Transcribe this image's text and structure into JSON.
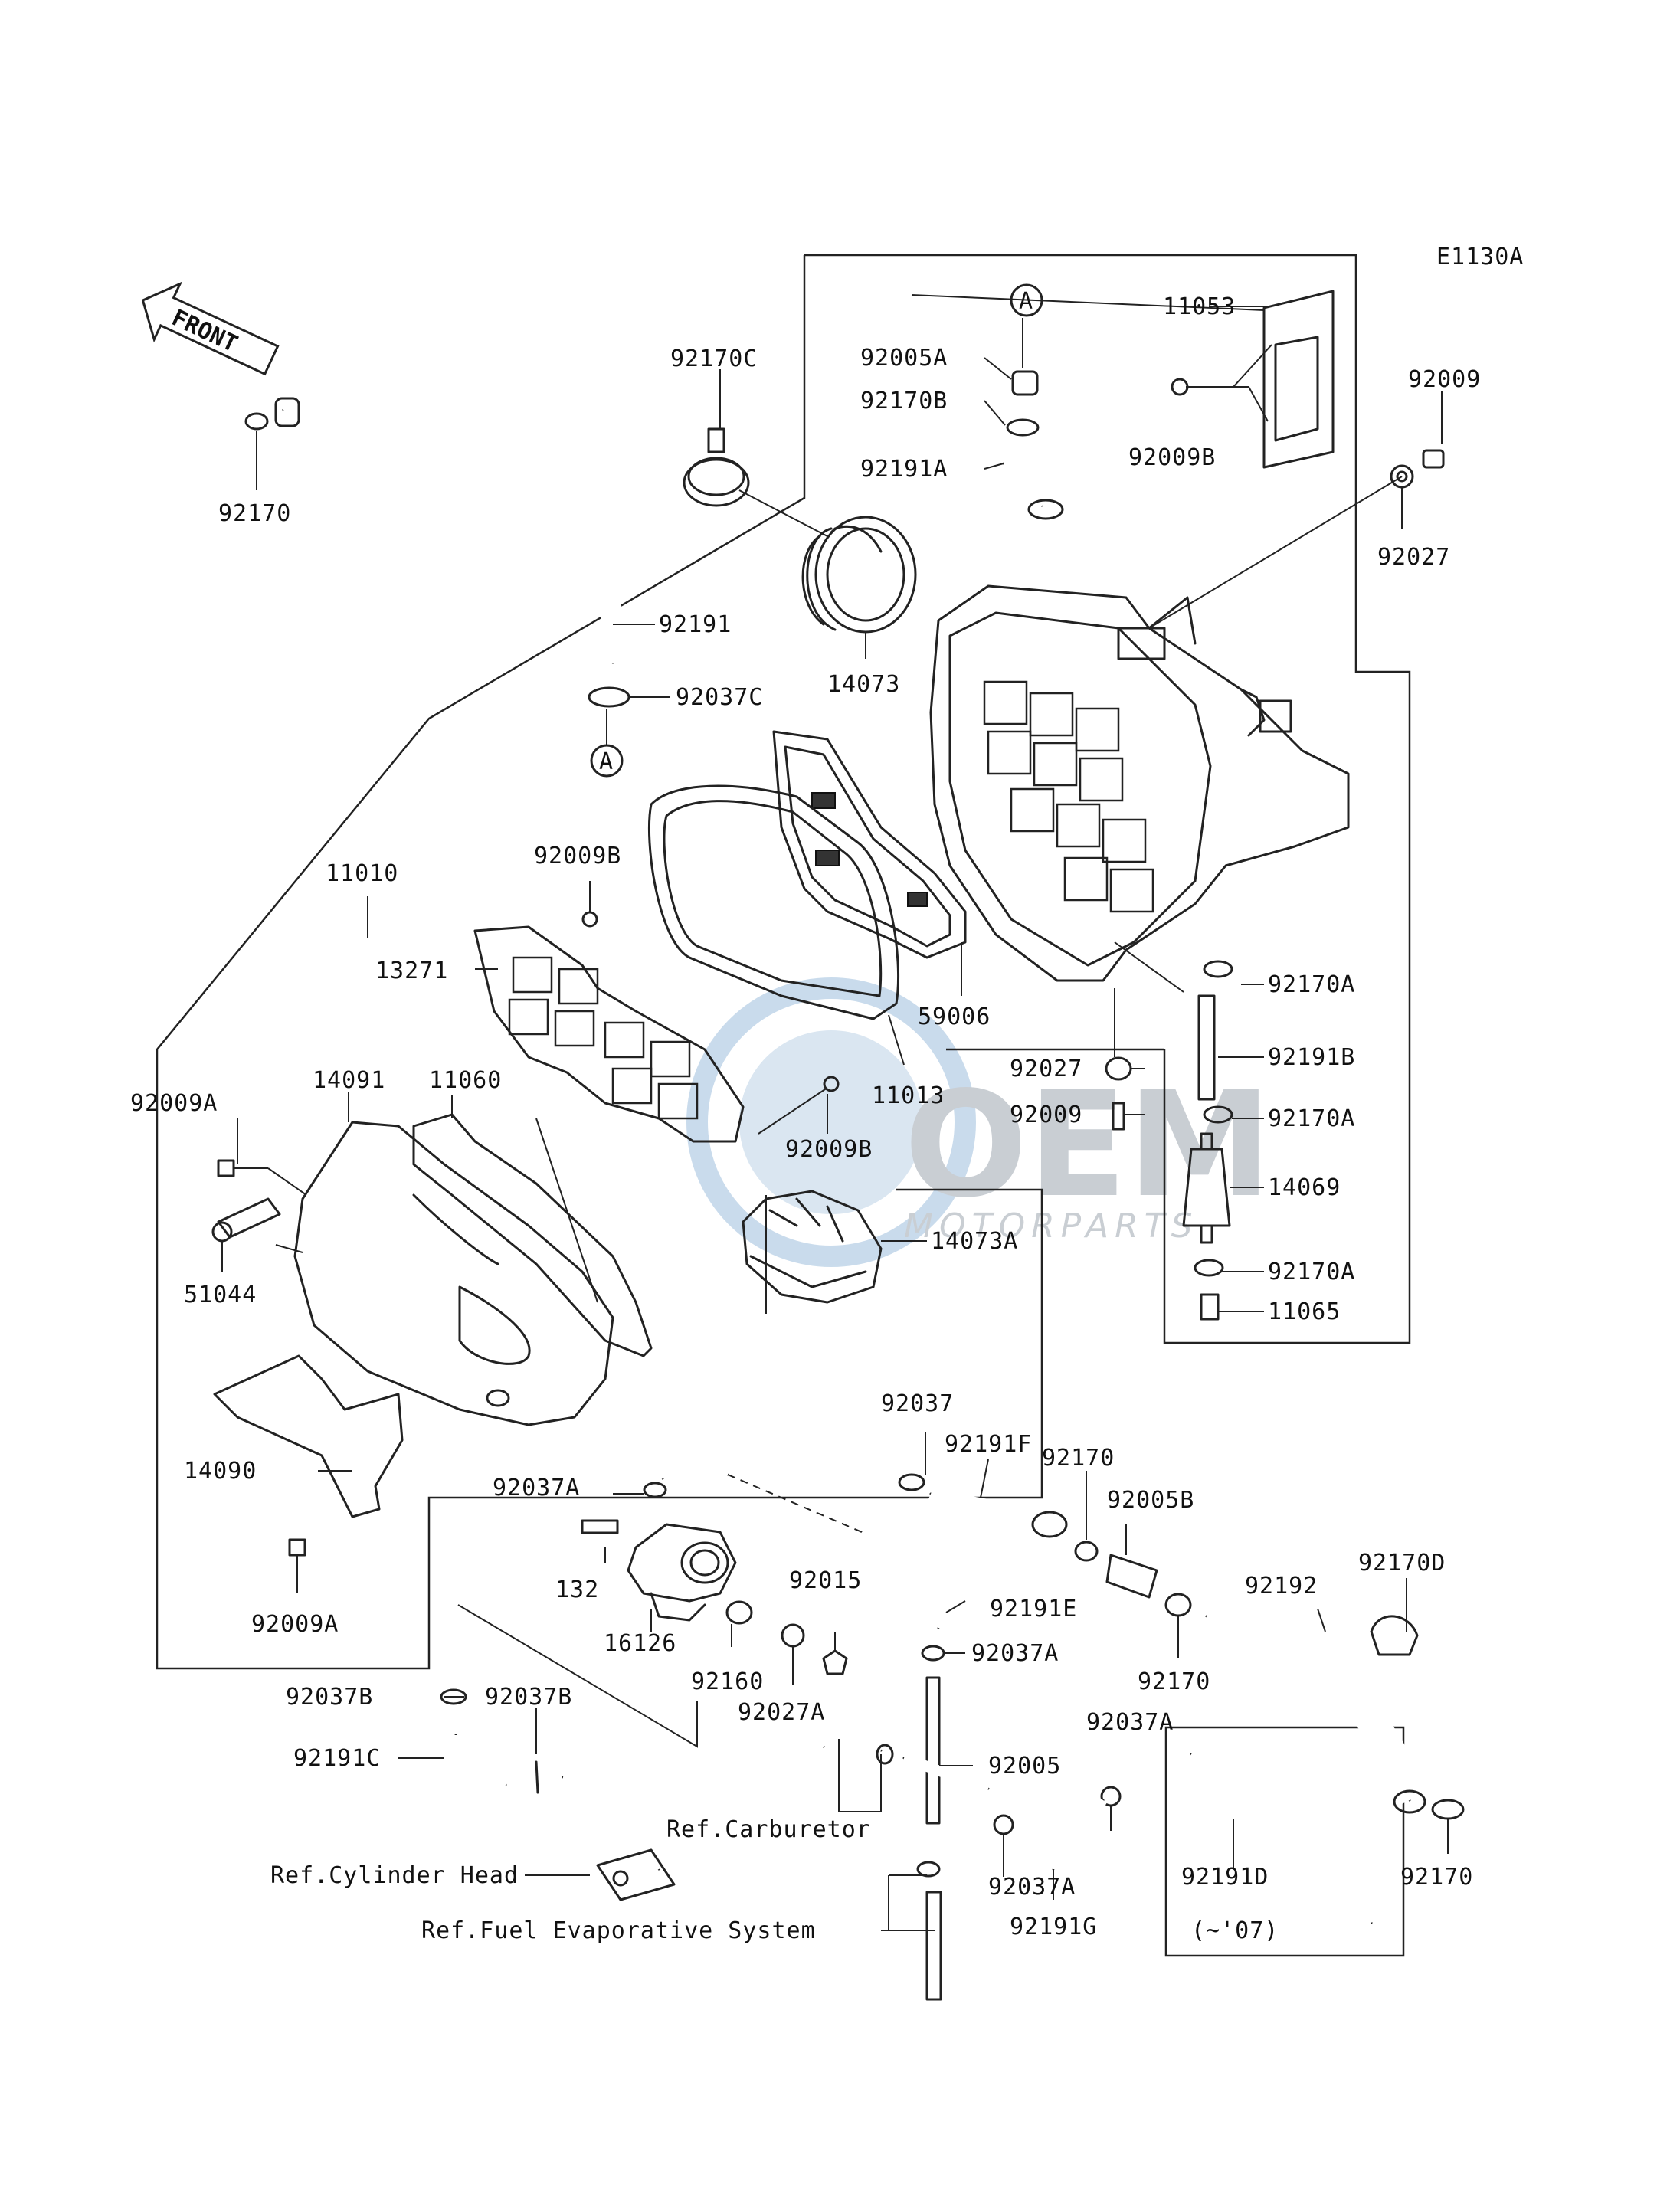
{
  "diagram_code": "E1130A",
  "front_label": "FRONT",
  "watermark": {
    "brand": "OEM",
    "sub": "MOTORPARTS",
    "color": "#c8ccd2"
  },
  "circle_ref": "A",
  "labels": {
    "p92170c": "92170C",
    "p11053": "11053",
    "p92009": "92009",
    "p92005a": "92005A",
    "p92170b": "92170B",
    "p92009b_top": "92009B",
    "p92191a": "92191A",
    "p92027_top": "92027",
    "p92170_top": "92170",
    "p92191": "92191",
    "p14073": "14073",
    "p92037c": "92037C",
    "p11010": "11010",
    "p92009b_mid": "92009B",
    "p13271": "13271",
    "p59006": "59006",
    "p92170a_1": "92170A",
    "p92191b": "92191B",
    "p92009a_top": "92009A",
    "p14091": "14091",
    "p11060": "11060",
    "p11013": "11013",
    "p92027_mid": "92027",
    "p92009_mid": "92009",
    "p92170a_2": "92170A",
    "p92009b_low": "92009B",
    "p14069": "14069",
    "p51044": "51044",
    "p14073a": "14073A",
    "p92170a_3": "92170A",
    "p11065": "11065",
    "p92037": "92037",
    "p92191f": "92191F",
    "p92170_mid": "92170",
    "p14090": "14090",
    "p92037a_1": "92037A",
    "p92005b": "92005B",
    "p92015": "92015",
    "p132": "132",
    "p92191e": "92191E",
    "p92170d": "92170D",
    "p92192": "92192",
    "p92009a_low": "92009A",
    "p16126": "16126",
    "p92160": "92160",
    "p92037a_2": "92037A",
    "p92170_low": "92170",
    "p92027a": "92027A",
    "p92037b_1": "92037B",
    "p92037b_2": "92037B",
    "p92037a_3": "92037A",
    "p92005": "92005",
    "p92191c": "92191C",
    "ref_carburetor": "Ref.Carburetor",
    "ref_cylinder_head": "Ref.Cylinder Head",
    "p92037a_4": "92037A",
    "p92191d": "92191D",
    "p92170_right": "92170",
    "ref_fuel_evap": "Ref.Fuel Evaporative System",
    "p92191g": "92191G",
    "note_07": "(~'07)"
  }
}
